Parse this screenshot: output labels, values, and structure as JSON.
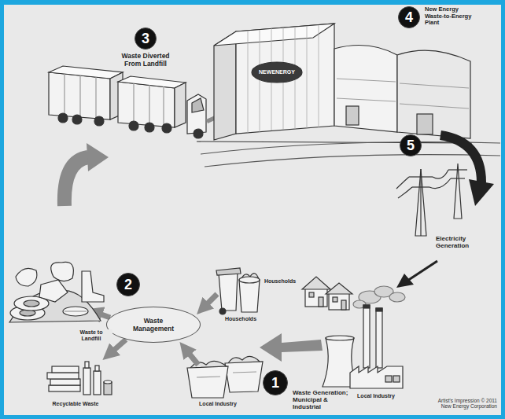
{
  "diagram": {
    "nodes": [
      {
        "text": [
          "1"
        ]
      },
      {
        "text": [
          "2"
        ]
      },
      {
        "text": [
          "Waste Management"
        ]
      },
      {
        "text": [
          "3"
        ]
      },
      {
        "text": [
          "4"
        ]
      },
      {
        "text": [
          "5"
        ]
      }
    ],
    "labels": [
      "Waste Diverted From Landfill",
      "New Energy Waste-to-Energy Plant",
      "NEWENERGY",
      "Electricity Generation",
      "Households",
      "Local Industry",
      "Households",
      "Local Industry",
      "Waste to Landfill",
      "Recyclable Waste",
      "Waste Generation; Municipal & Industrial",
      "Artist's Impression © 2011 New Energy Corporation"
    ]
  }
}
